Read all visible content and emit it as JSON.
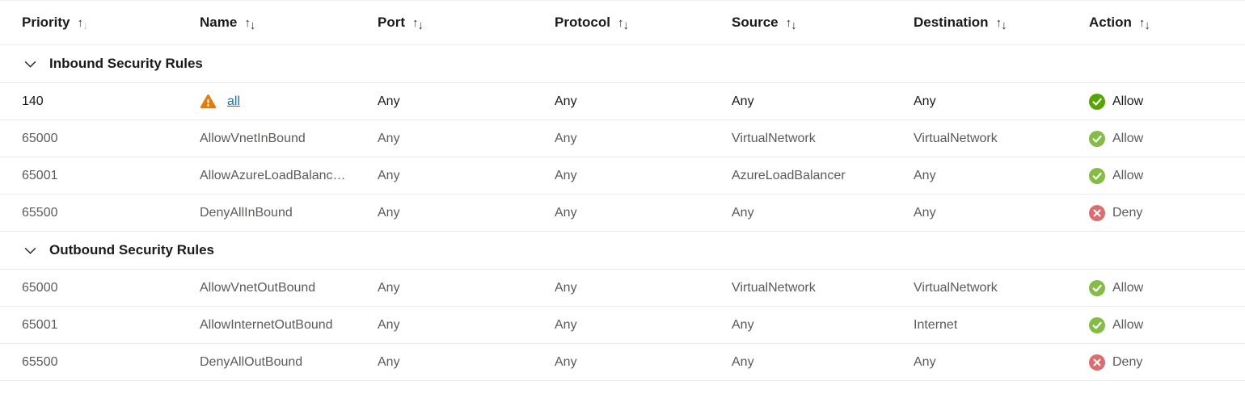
{
  "header": {
    "columns": [
      {
        "id": "priority",
        "label": "Priority",
        "down_muted": true
      },
      {
        "id": "name",
        "label": "Name",
        "down_muted": false
      },
      {
        "id": "port",
        "label": "Port",
        "down_muted": false
      },
      {
        "id": "protocol",
        "label": "Protocol",
        "down_muted": false
      },
      {
        "id": "source",
        "label": "Source",
        "down_muted": false
      },
      {
        "id": "destination",
        "label": "Destination",
        "down_muted": false
      },
      {
        "id": "action",
        "label": "Action",
        "down_muted": false
      }
    ],
    "sort_up_glyph": "↑",
    "sort_down_glyph": "↓"
  },
  "groups": [
    {
      "id": "inbound",
      "label": "Inbound Security Rules",
      "rows": [
        {
          "priority": "140",
          "name": "all",
          "name_is_link": true,
          "warning": true,
          "port": "Any",
          "protocol": "Any",
          "source": "Any",
          "destination": "Any",
          "action": "Allow",
          "style": "custom"
        },
        {
          "priority": "65000",
          "name": "AllowVnetInBound",
          "port": "Any",
          "protocol": "Any",
          "source": "VirtualNetwork",
          "destination": "VirtualNetwork",
          "action": "Allow",
          "style": "default"
        },
        {
          "priority": "65001",
          "name": "AllowAzureLoadBalanc…",
          "port": "Any",
          "protocol": "Any",
          "source": "AzureLoadBalancer",
          "destination": "Any",
          "action": "Allow",
          "style": "default"
        },
        {
          "priority": "65500",
          "name": "DenyAllInBound",
          "port": "Any",
          "protocol": "Any",
          "source": "Any",
          "destination": "Any",
          "action": "Deny",
          "style": "default"
        }
      ]
    },
    {
      "id": "outbound",
      "label": "Outbound Security Rules",
      "rows": [
        {
          "priority": "65000",
          "name": "AllowVnetOutBound",
          "port": "Any",
          "protocol": "Any",
          "source": "VirtualNetwork",
          "destination": "VirtualNetwork",
          "action": "Allow",
          "style": "default"
        },
        {
          "priority": "65001",
          "name": "AllowInternetOutBound",
          "port": "Any",
          "protocol": "Any",
          "source": "Any",
          "destination": "Internet",
          "action": "Allow",
          "style": "default"
        },
        {
          "priority": "65500",
          "name": "DenyAllOutBound",
          "port": "Any",
          "protocol": "Any",
          "source": "Any",
          "destination": "Any",
          "action": "Deny",
          "style": "default"
        }
      ]
    }
  ],
  "colors": {
    "link": "#0078d4",
    "allow_green": "#57a300",
    "deny_red": "#d13438",
    "warning_orange": "#e17c0e",
    "chevron": "#323130",
    "header_text": "#1b1a19",
    "default_row_text": "#5d5b58",
    "row_border": "#edebe9",
    "sort_muted": "#c8c6c4"
  }
}
